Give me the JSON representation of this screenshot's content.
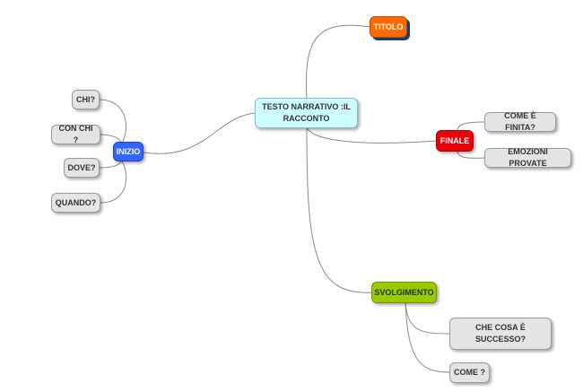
{
  "map": {
    "central": "TESTO NARRATIVO :IL RACCONTO",
    "titolo": "TITOLO",
    "inizio": {
      "label": "INIZIO",
      "children": [
        "CHI?",
        "CON CHI ?",
        "DOVE?",
        "QUANDO?"
      ]
    },
    "finale": {
      "label": "FINALE",
      "children": [
        "COME È FINITA?",
        "EMOZIONI PROVATE"
      ]
    },
    "svolgimento": {
      "label": "SVOLGIMENTO",
      "children": [
        "CHE COSA È SUCCESSO?",
        "COME ?"
      ]
    }
  },
  "colors": {
    "central": "#ccffff",
    "titolo": "#ff6a00",
    "finale": "#e8000b",
    "inizio": "#3366ff",
    "svolgimento": "#99cc00",
    "leaf": "#e4e4e4",
    "connector": "#8a8a8a"
  }
}
